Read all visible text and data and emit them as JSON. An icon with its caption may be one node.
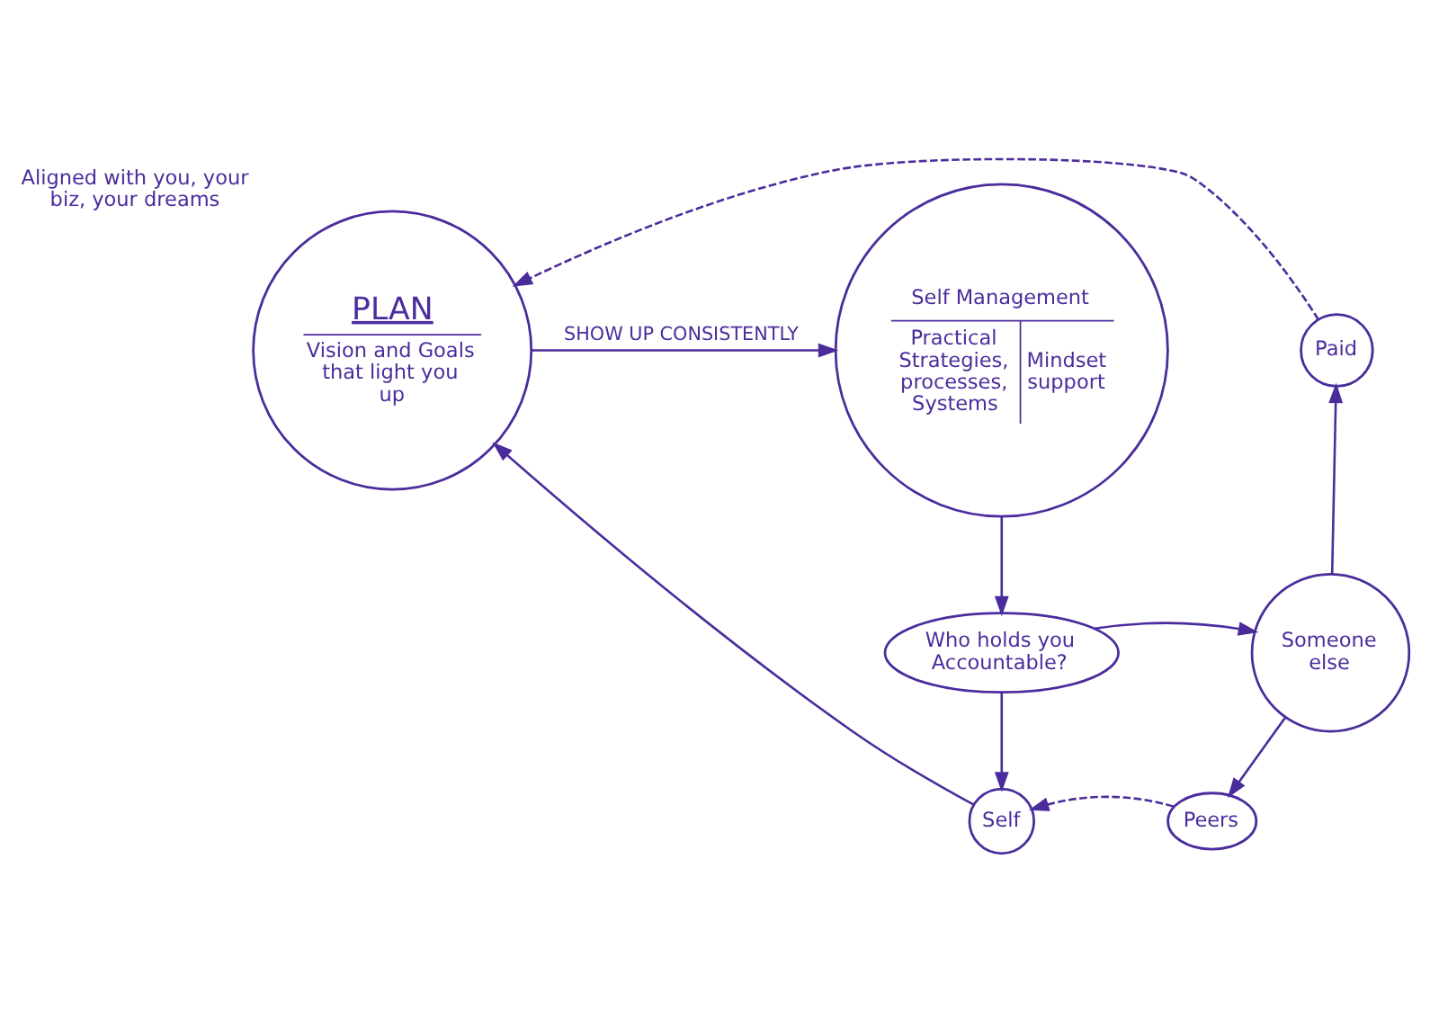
{
  "diagram": {
    "nodes": [
      {
        "text": [
          "PLAN",
          "Vision and Goals that light you up"
        ],
        "beside": [
          "Aligned with you, your biz, your dreams"
        ]
      },
      {
        "text": [
          "Self Management",
          "Practical Strategies, processes, Systems",
          "Mindset support"
        ]
      },
      {
        "text": [
          "Paid"
        ]
      },
      {
        "text": [
          "Who holds you Accountable?"
        ]
      },
      {
        "text": [
          "Someone else"
        ]
      },
      {
        "text": [
          "Self"
        ]
      },
      {
        "text": [
          "Peers"
        ]
      }
    ],
    "edges": [
      {
        "from": 0,
        "to": 1,
        "arrow": "to",
        "label": "SHOW UP CONSISTENTLY"
      },
      {
        "from": 1,
        "to": 3,
        "arrow": "to"
      },
      {
        "from": 3,
        "to": 5,
        "arrow": "to"
      },
      {
        "from": 3,
        "to": 4,
        "arrow": "to"
      },
      {
        "from": 5,
        "to": 0,
        "arrow": "to"
      },
      {
        "from": 4,
        "to": 2,
        "arrow": "to"
      },
      {
        "from": 4,
        "to": 6,
        "arrow": "to"
      },
      {
        "from": 2,
        "to": 0,
        "arrow": "to",
        "style": "dashed"
      },
      {
        "from": 6,
        "to": 5,
        "arrow": "to",
        "style": "dashed"
      }
    ]
  }
}
